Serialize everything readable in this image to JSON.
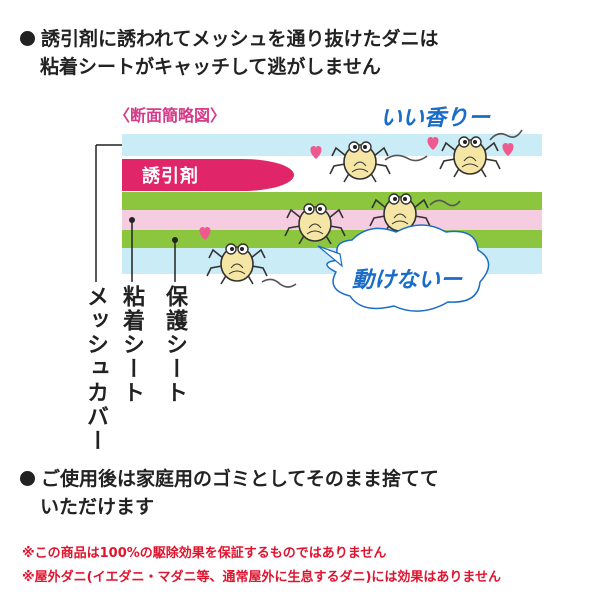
{
  "bullets": {
    "top_line1": "誘引剤に誘われてメッシュを通り抜けたダニは",
    "top_line2": "粘着シートがキャッチして逃がしません",
    "bottom_line1": "ご使用後は家庭用のゴミとしてそのまま捨てて",
    "bottom_line2": "いただけます"
  },
  "diagram": {
    "caption": "〈断面簡略図〉",
    "attractant_label": "誘引剤",
    "labels": {
      "protective_sheet": "保護シート",
      "adhesive_sheet": "粘着シート",
      "mesh_cover": "メッシュカバー"
    },
    "speech_top": "いい香りー",
    "speech_bottom": "動けないー",
    "colors": {
      "light_blue": "#c9ecf6",
      "green": "#8cc63f",
      "pink": "#f6cde0",
      "magenta": "#e02669",
      "heart": "#ee5a8f",
      "speech_blue": "#1a6cc9"
    }
  },
  "notes": {
    "note1": "※この商品は100%の駆除効果を保証するものではありません",
    "note2": "※屋外ダニ(イエダニ・マダニ等、通常屋外に生息するダニ)には効果はありません"
  }
}
